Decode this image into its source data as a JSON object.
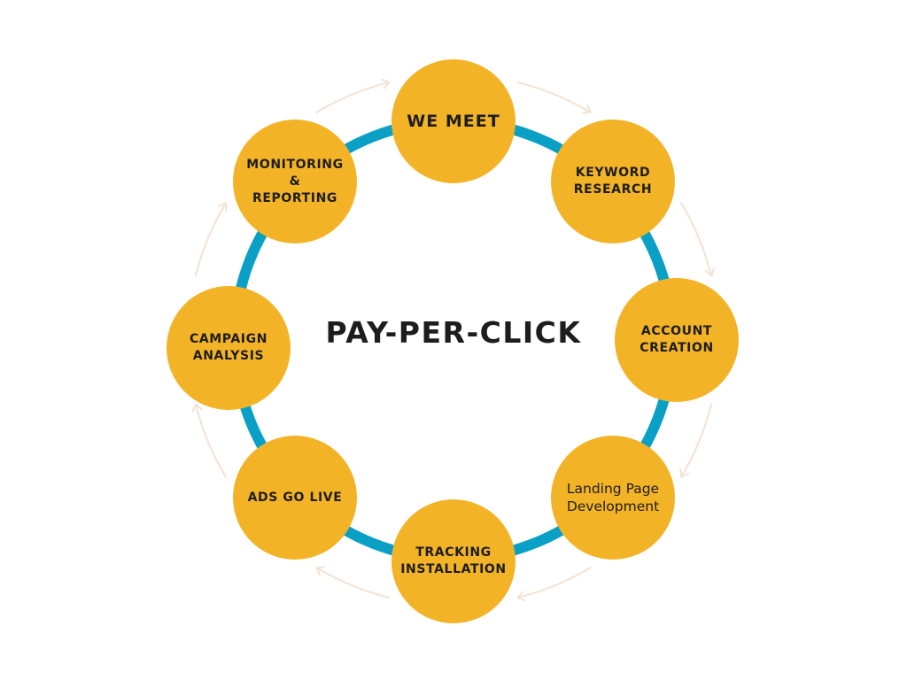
{
  "diagram": {
    "center_title": "PAY-PER-CLICK",
    "steps": [
      {
        "label": "WE MEET"
      },
      {
        "label": "KEYWORD\nRESEARCH"
      },
      {
        "label": "ACCOUNT\nCREATION"
      },
      {
        "label": "Landing Page\nDevelopment"
      },
      {
        "label": "TRACKING\nINSTALLATION"
      },
      {
        "label": "ADS GO LIVE"
      },
      {
        "label": "CAMPAIGN\nANALYSIS"
      },
      {
        "label": "MONITORING &\nREPORTING"
      }
    ],
    "colors": {
      "ring": "#0aa0c6",
      "node": "#f3b327",
      "arrow": "#f2e2d2",
      "text": "#1d1d1d"
    }
  }
}
